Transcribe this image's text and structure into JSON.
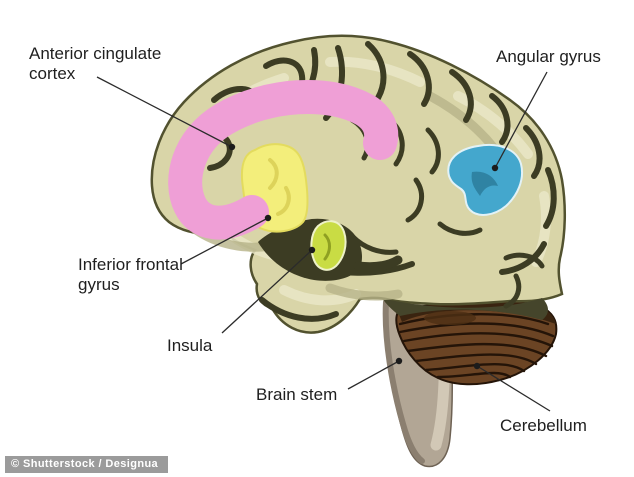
{
  "diagram": {
    "labels": {
      "anterior_cingulate_cortex": "Anterior cingulate cortex",
      "angular_gyrus": "Angular gyrus",
      "inferior_frontal_gyrus": "Inferior frontal gyrus",
      "insula": "Insula",
      "brain_stem": "Brain stem",
      "cerebellum": "Cerebellum"
    },
    "colors": {
      "background": "#ffffff",
      "cerebrum": "#d9d5a8",
      "sulci": "#3c3c23",
      "anterior_cingulate_cortex": "#ef9fd6",
      "inferior_frontal_gyrus": "#f3ee7b",
      "insula": "#c9dc44",
      "angular_gyrus": "#44a7cd",
      "cerebellum": "#6b4424",
      "brain_stem": "#b2a695"
    }
  },
  "watermark": {
    "text": "© Shutterstock / Designua"
  }
}
